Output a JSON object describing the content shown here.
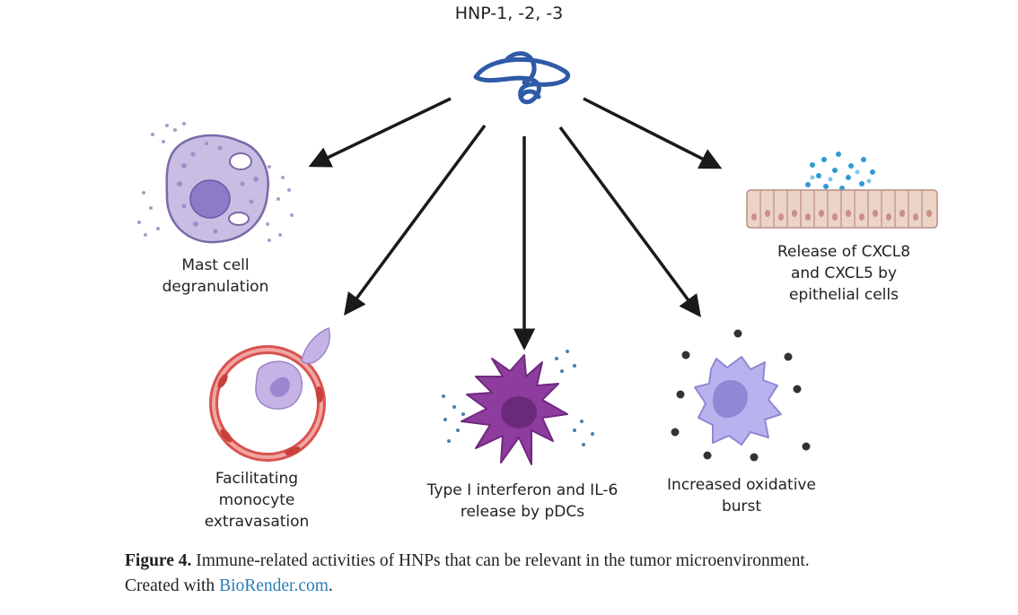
{
  "diagram": {
    "title": "HNP-1, -2, -3",
    "outcomes": {
      "mast": [
        "Mast cell",
        "degranulation"
      ],
      "epithelial": [
        "Release of CXCL8",
        "and CXCL5 by",
        "epithelial cells"
      ],
      "monocyte": [
        "Facilitating",
        "monocyte",
        "extravasation"
      ],
      "pdc": [
        "Type I interferon and IL-6",
        "release by pDCs"
      ],
      "oxidative": [
        "Increased oxidative",
        "burst"
      ]
    }
  },
  "caption": {
    "label": "Figure 4.",
    "text": "Immune-related activities of HNPs that can be relevant in the tumor microenvironment.",
    "credit_prefix": "Created with",
    "link": "BioRender.com",
    "credit_suffix": "."
  },
  "colors": {
    "arrow": "#1a1a1a",
    "molecule": "#2f5aa8",
    "mast_cell": "#c9bde3",
    "mast_nucleus": "#8c7cc8",
    "vessel": "#d9534f",
    "monocyte": "#c6b3e6",
    "pdc": "#8e3c9e",
    "neutrophil": "#b8b3ee",
    "epithelium": "#ecd3c8",
    "chemokine": "#2f9ad3",
    "link": "#2a7db5"
  }
}
